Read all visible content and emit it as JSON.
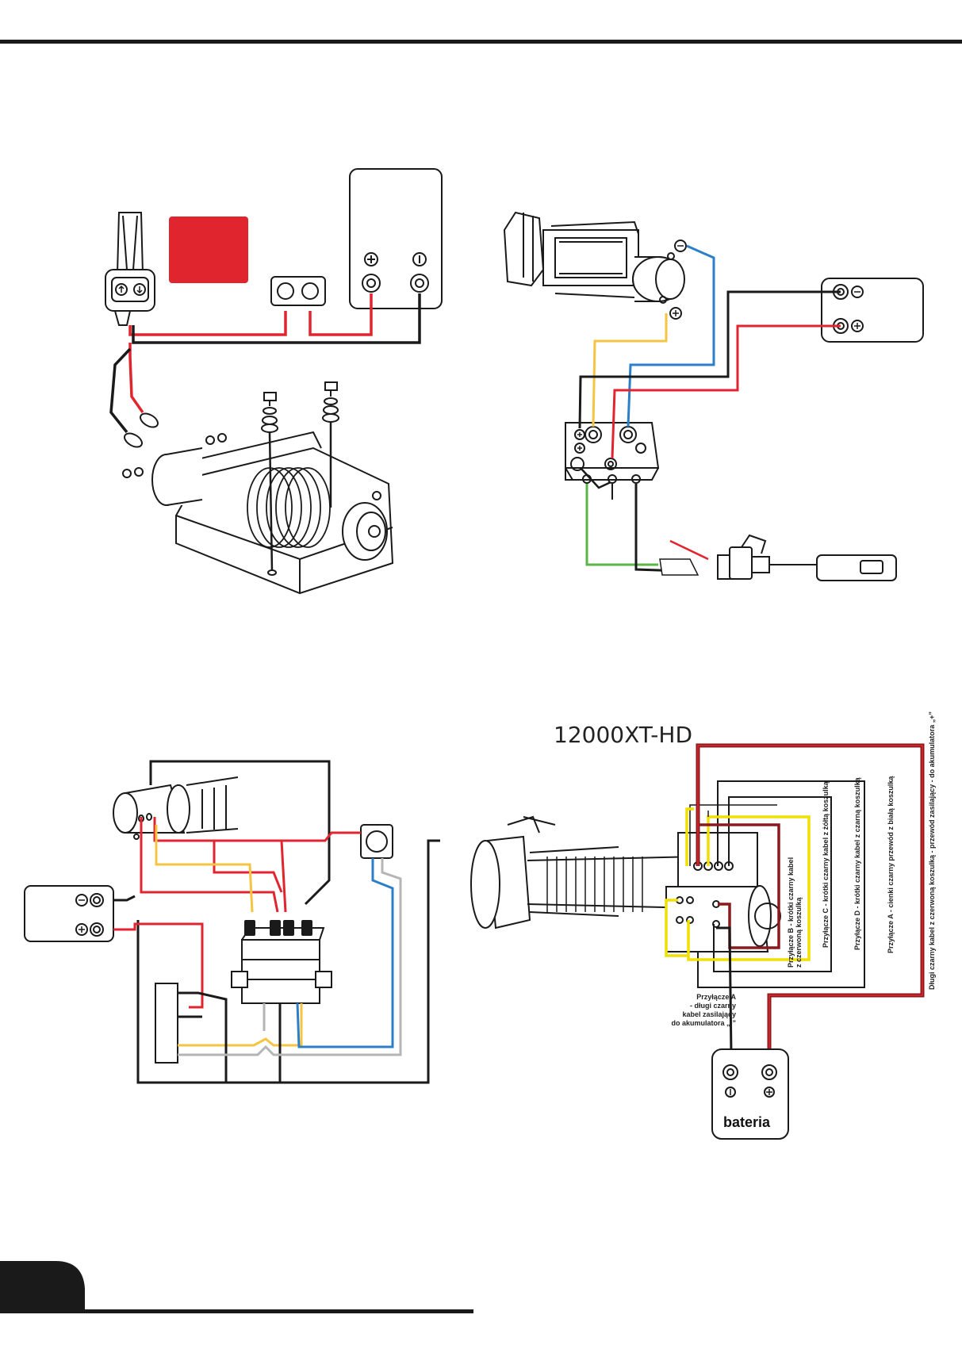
{
  "model": "12000XT-HD",
  "battery_label": "bateria",
  "connection_labels": {
    "b_line1": "Przyłącze B - krótki czarny kabel",
    "b_line2": "z czerwoną koszulką",
    "c": "Przyłącze C - krótki czarny kabel z żółtą koszulką",
    "d": "Przyłącze D - krótki czarny kabel z czarną koszulką",
    "a_thin": "Przyłącze A - cienki czarny przewód z białą koszulką",
    "long": "Długi czarny kabel z czerwoną koszulką - przewód zasilający - do akumulatora „+”"
  },
  "callout_a": {
    "line1": "Przyłącze A",
    "line2": "- długi czarny",
    "line3": "kabel zasilający",
    "line4": "do akumulatora „-”"
  },
  "colors": {
    "red": "#e1252f",
    "dark_red": "#8b1a1e",
    "black": "#1a1a1a",
    "yellow": "#f5c542",
    "bright_yellow": "#f0e000",
    "blue": "#2b7fc9",
    "green": "#5bb546",
    "gray": "#b5b5b5"
  },
  "icons": [
    "plus-terminal-icon",
    "minus-terminal-icon",
    "up-arrow-icon",
    "down-arrow-icon"
  ]
}
